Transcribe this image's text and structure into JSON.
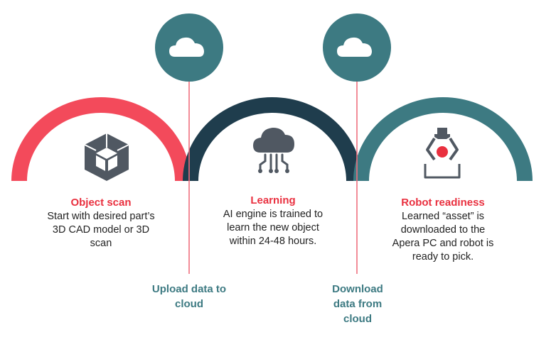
{
  "colors": {
    "coral": "#f34a5b",
    "navy": "#1f3d4d",
    "teal": "#3d7a82",
    "icon": "#505862",
    "connector": "#ee6f7f"
  },
  "stages": [
    {
      "title": "Object scan",
      "description": "Start with desired part’s 3D CAD model or 3D scan",
      "icon": "3d-cube-icon",
      "title_color": "#e9303f"
    },
    {
      "title": "Learning",
      "description": "AI engine is trained to learn the new object within 24-48 hours.",
      "icon": "cloud-circuit-icon",
      "title_color": "#e9303f"
    },
    {
      "title": "Robot readiness",
      "description": "Learned “asset” is downloaded to the Apera PC and robot is ready to pick.",
      "icon": "robot-gripper-icon",
      "title_color": "#e9303f"
    }
  ],
  "cloud_steps": [
    {
      "label": "Upload data to cloud",
      "icon": "cloud-icon"
    },
    {
      "label": "Download data from cloud",
      "icon": "cloud-icon"
    }
  ]
}
